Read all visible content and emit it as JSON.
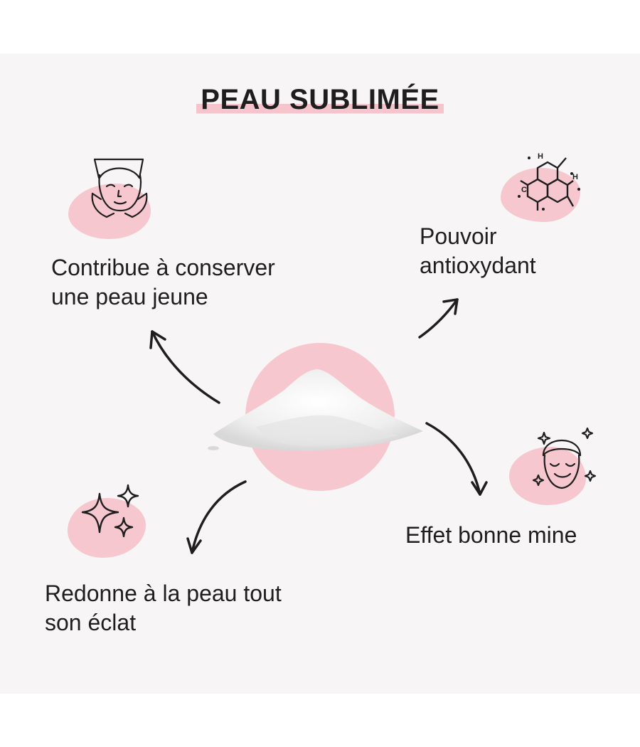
{
  "title": "PEAU SUBLIMÉE",
  "benefits": [
    {
      "id": "young-skin",
      "icon": "face-towel-hands-icon",
      "text": "Contribue à conserver\nune peau jeune"
    },
    {
      "id": "antioxidant",
      "icon": "molecule-icon",
      "text": "Pouvoir\nantioxydant"
    },
    {
      "id": "healthy-glow",
      "icon": "glowing-face-icon",
      "text": "Effet bonne mine"
    },
    {
      "id": "radiance",
      "icon": "sparkles-icon",
      "text": "Redonne à la peau tout\nson éclat"
    }
  ],
  "molecule_letters": [
    "H",
    "H",
    "C"
  ],
  "colors": {
    "accent_pink": "#f6c7cf",
    "background": "#f8f5f6",
    "ink": "#1e1e1e"
  }
}
